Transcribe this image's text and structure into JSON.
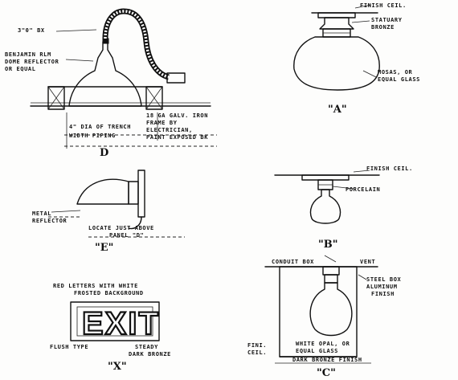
{
  "drawing": {
    "fixture_d": {
      "box_label": "3\"0\" BX",
      "reflector_label": [
        "BENJAMIN RLM",
        "DOME REFLECTOR",
        "OR EQUAL"
      ],
      "trench_label": [
        "4\" DIA OF TRENCH",
        "WIDTH PIPING"
      ],
      "frame_label": [
        "18 GA GALV. IRON",
        "FRAME BY",
        "ELECTRICIAN,",
        "PAINT EXPOSED BK"
      ],
      "letter": "D"
    },
    "fixture_a": {
      "finish_label": "FINISH CEIL.",
      "cap_label": [
        "STATUARY",
        "BRONZE"
      ],
      "glass_label": [
        "MOSAS, OR",
        "EQUAL GLASS"
      ],
      "letter": "\"A\""
    },
    "fixture_e": {
      "reflector_label": [
        "METAL",
        "REFLECTOR"
      ],
      "locate_label": [
        "LOCATE JUST ABOVE",
        "PANEL \"D\""
      ],
      "letter": "\"E\""
    },
    "fixture_b": {
      "finish_label": "FINISH CEIL.",
      "socket_label": "PORCELAIN",
      "letter": "\"B\""
    },
    "fixture_c": {
      "conduit_label": "CONDUIT BOX",
      "vent_label": "VENT",
      "box_label": [
        "STEEL BOX",
        "ALUMINUM",
        "FINISH"
      ],
      "glass_label": [
        "WHITE OPAL, OR",
        "EQUAL GLASS"
      ],
      "bottom_label": "DARK BRONZE FINISH",
      "side_label": [
        "FINI.",
        "CEIL."
      ],
      "letter": "\"C\""
    },
    "fixture_x": {
      "top_label": [
        "RED LETTERS WITH WHITE",
        "FROSTED BACKGROUND"
      ],
      "sign_text": "EXIT",
      "bottom_label": [
        "FLUSH TYPE",
        "STEADY",
        "DARK BRONZE"
      ],
      "letter": "\"X\""
    }
  }
}
